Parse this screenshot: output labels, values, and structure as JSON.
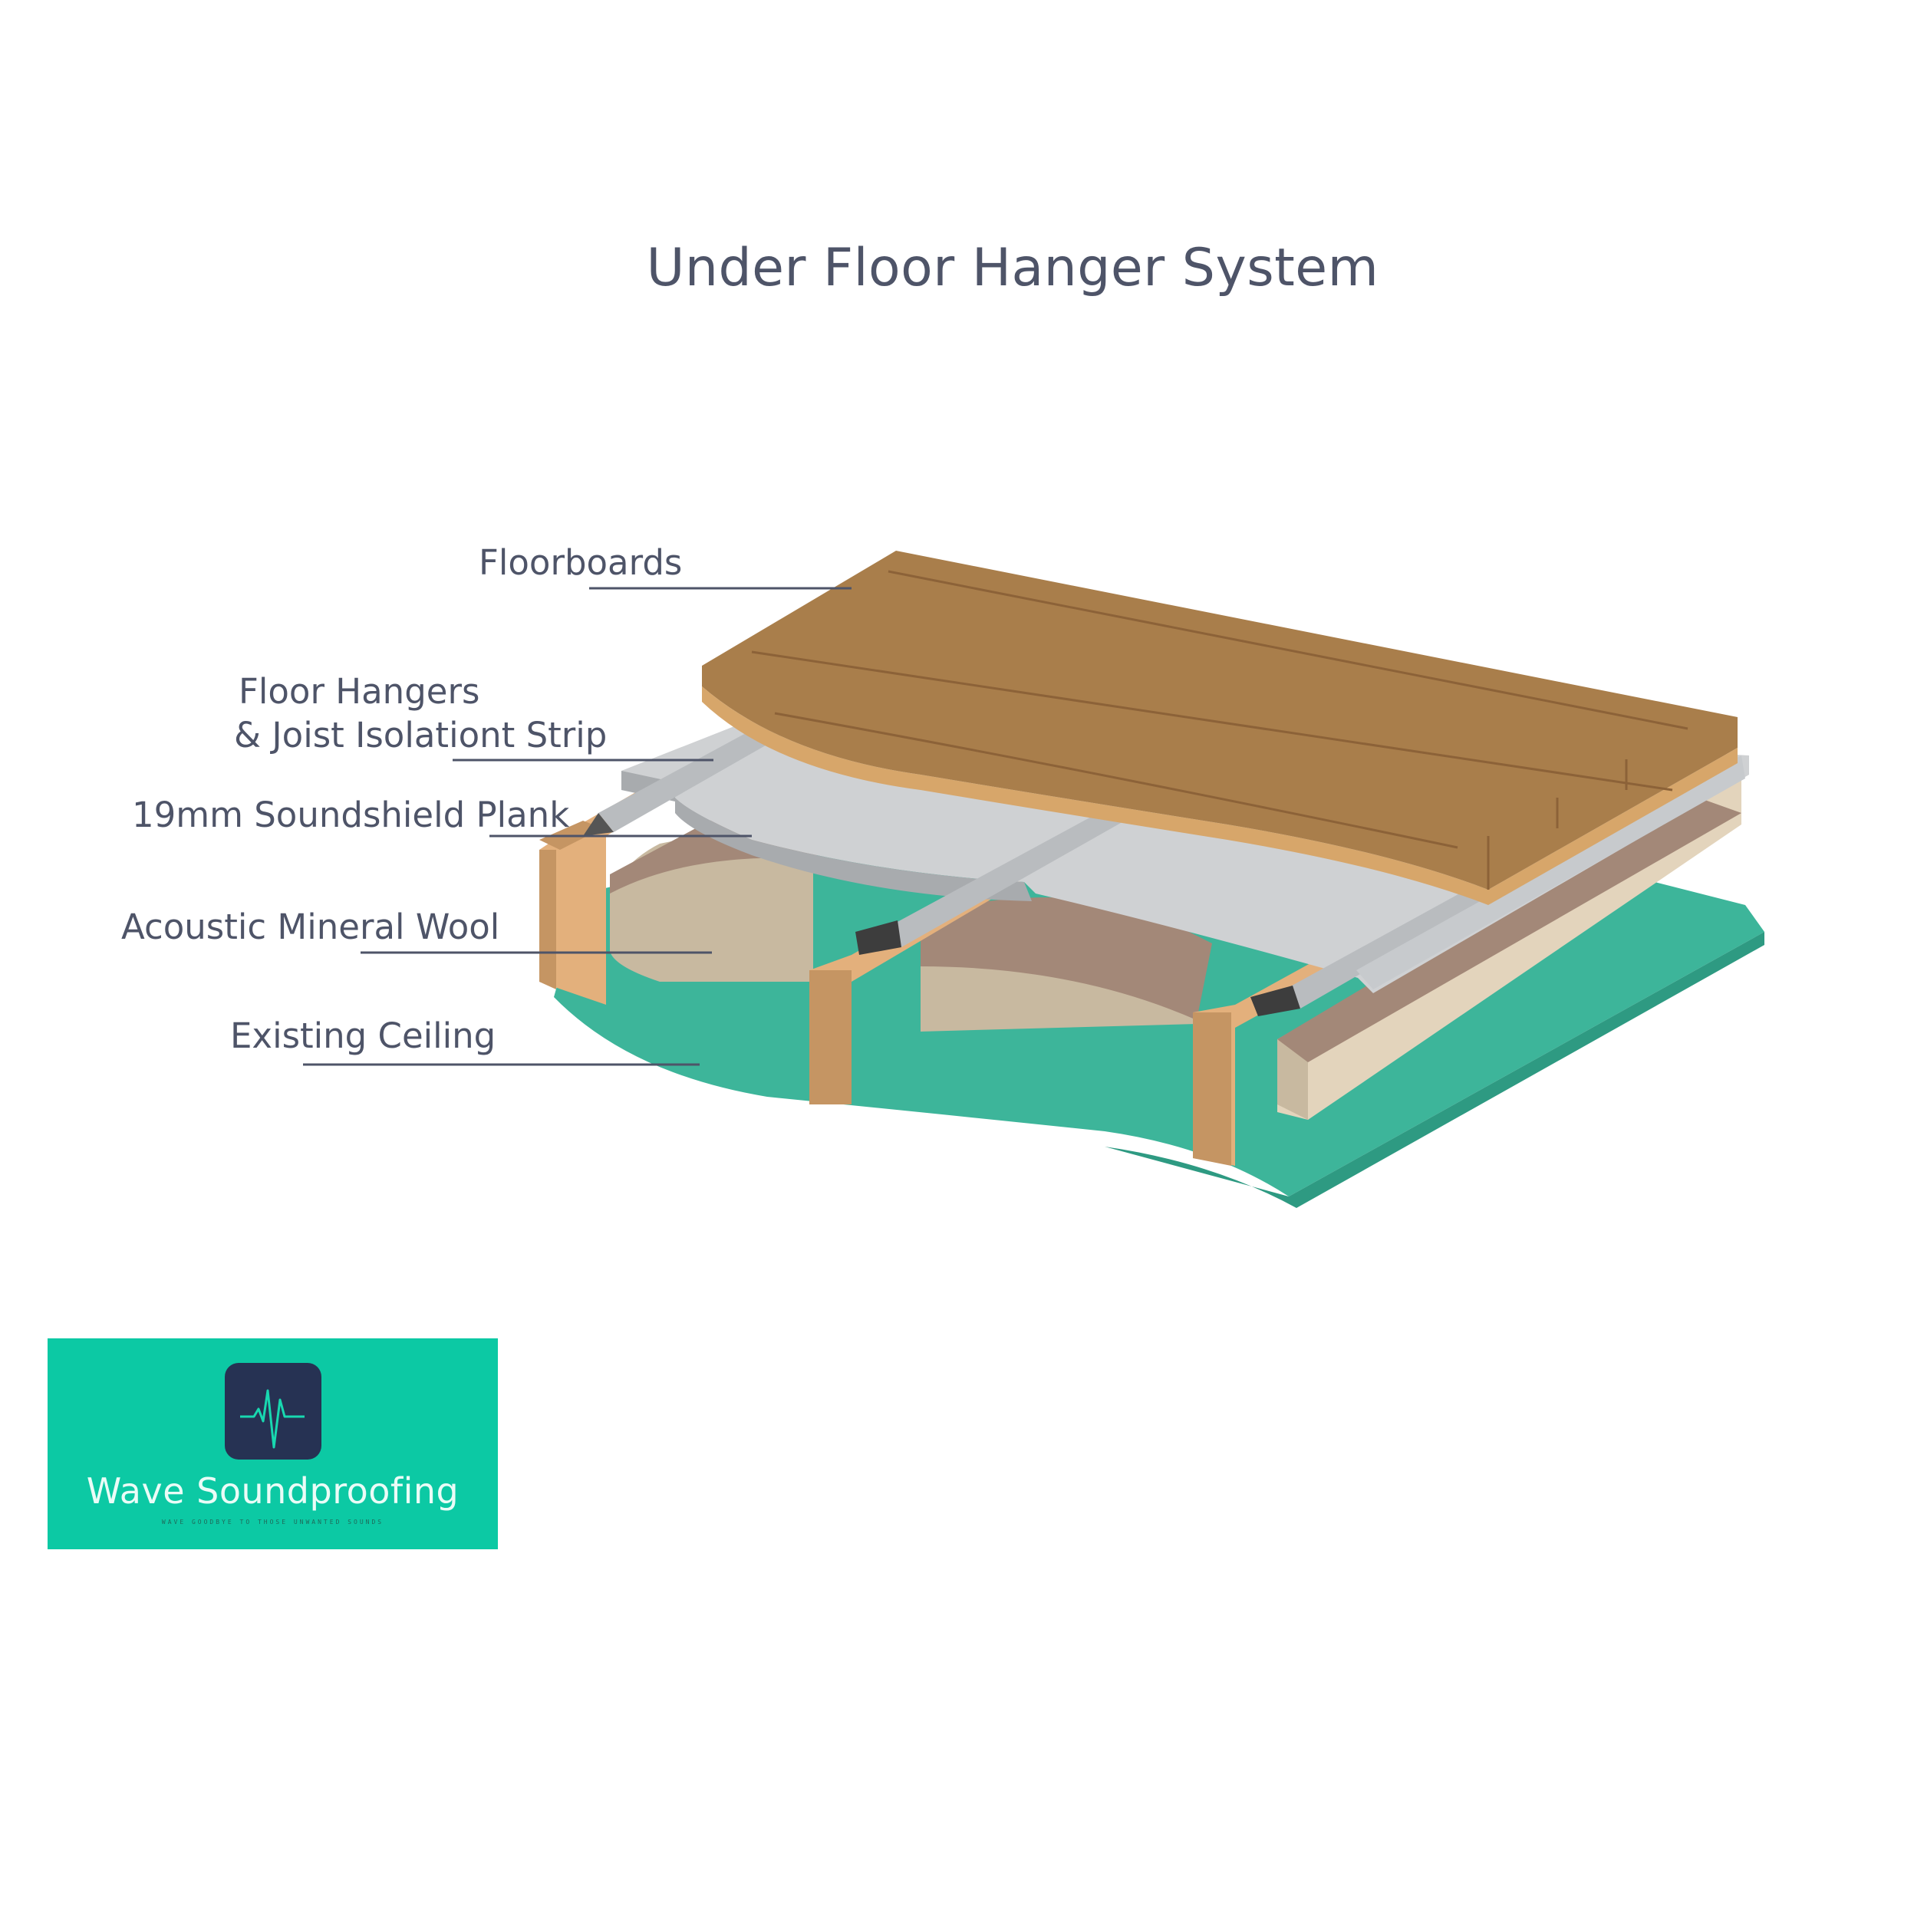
{
  "title": "Under Floor Hanger System",
  "labels": {
    "floorboards": "Floorboards",
    "floor_hangers_line1": "Floor Hangers",
    "floor_hangers_line2": "& Joist Isolationt Strip",
    "soundshield": "19mm Soundshield Plank",
    "mineral_wool": "Acoustic Mineral Wool",
    "ceiling": "Existing Ceiling"
  },
  "logo": {
    "name": "Wave Soundproofing",
    "tagline": "WAVE GOODBYE TO THOSE UNWANTED SOUNDS",
    "icon": "pulse-wave-icon"
  },
  "colors": {
    "ceiling": "#3db59a",
    "wool_top": "#a38878",
    "wool_side": "#c8b9a0",
    "joist": "#e3b07c",
    "joist_dark": "#c59563",
    "plank": "#cfd1d3",
    "hanger": "#b9bcbf",
    "floorboards": "#a97e4b",
    "floorboard_edge": "#d7a66a",
    "logo_bg": "#0cc9a4",
    "logo_icon_bg": "#263253"
  }
}
